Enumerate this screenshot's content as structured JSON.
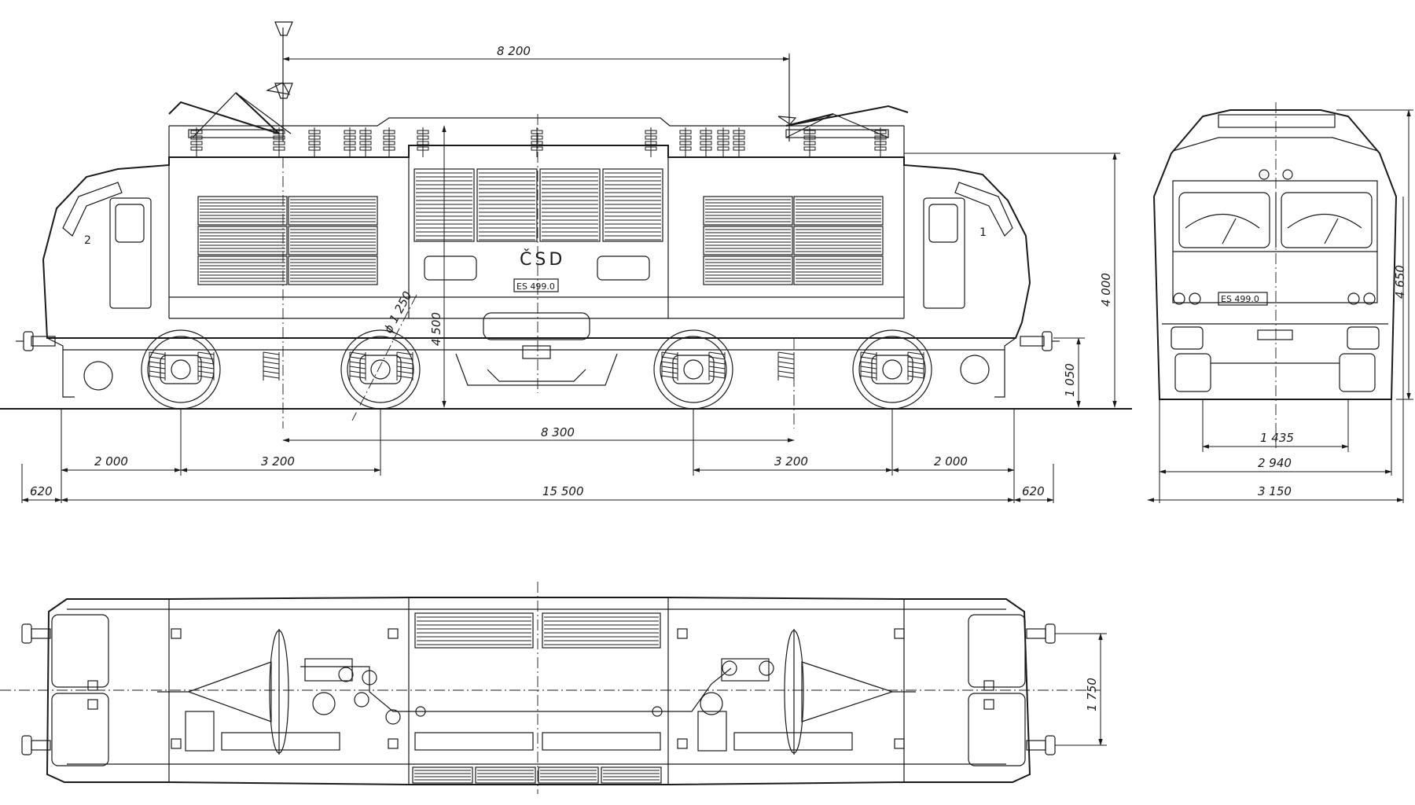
{
  "side_view": {
    "operator_mark": "ČSD",
    "number_plate": "ES 499.0",
    "cab_number_left": "2",
    "cab_number_right": "1",
    "dims": {
      "pantograph_spacing": "8 200",
      "bogie_pivot_spacing": "8 300",
      "wheelbase_left": "3 200",
      "wheelbase_right": "3 200",
      "overhang_left": "2 000",
      "overhang_right": "2 000",
      "length_body": "15 500",
      "buffer_left": "620",
      "buffer_right": "620",
      "wheel_diameter": "ϕ 1 250",
      "pantograph_down_height": "4 500",
      "body_height": "4 000",
      "buffer_height": "1 050"
    }
  },
  "end_view": {
    "number_plate": "ES 499.0",
    "dims": {
      "gauge": "1 435",
      "width_body": "2 940",
      "width_overall": "3 150",
      "height_overall": "4 650"
    }
  },
  "top_view": {
    "dims": {
      "buffer_spacing": "1 750"
    }
  }
}
